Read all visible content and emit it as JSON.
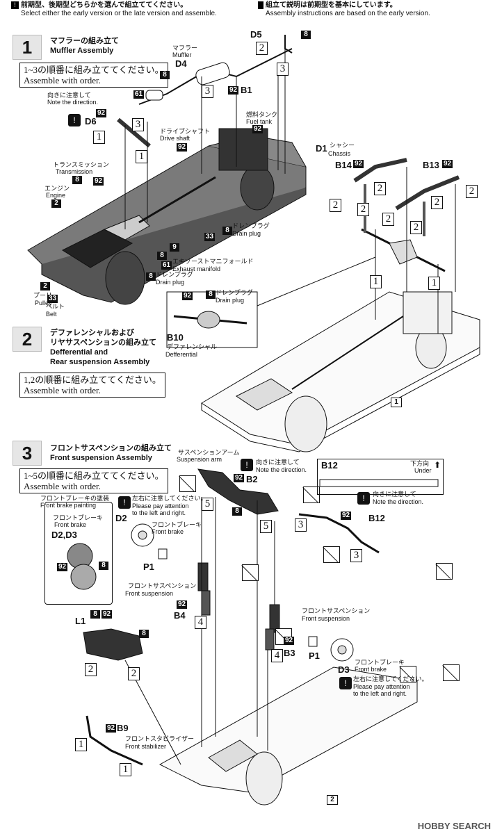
{
  "header": {
    "left_jp": "前期型、後期型どちらかを選んで組立ててください。",
    "left_en": "Select either the early version or the late version  and assemble.",
    "right_jp": "組立て説明は前期型を基本にしています。",
    "right_en": "Assembly instructions are based on the early version."
  },
  "step1": {
    "number": "1",
    "title_jp": "マフラーの組み立て",
    "title_en": "Muffler Assembly",
    "order_jp": "1~3の順番に組み立ててください。",
    "order_en": "Assemble with order.",
    "note_jp": "向きに注意して",
    "note_en": "Note the direction.",
    "labels": {
      "d5": "D5",
      "muffler_jp": "マフラー",
      "muffler_en": "Muffler",
      "d4": "D4",
      "b1": "B1",
      "fuel_jp": "燃料タンク",
      "fuel_en": "Fuel tank",
      "d6": "D6",
      "drive_jp": "ドライブシャフト",
      "drive_en": "Drive shaft",
      "d1": "D1",
      "chassis_jp": "シャシー",
      "chassis_en": "Chassis",
      "trans_jp": "トランスミッション",
      "trans_en": "Transmission",
      "engine_jp": "エンジン",
      "engine_en": "Engine",
      "drain_jp": "ドレンプラグ",
      "drain_en": "Drain plug",
      "exhaust_jp": "エキゾーストマニフォールド",
      "exhaust_en": "Exhaust manifold",
      "drain2_jp": "ドレンプラグ",
      "drain2_en": "Drain plug",
      "pulley_jp": "プーリー",
      "pulley_en": "Pulley",
      "belt_jp": "ベルト",
      "belt_en": "Belt",
      "b14": "B14",
      "b13": "B13"
    },
    "parts": [
      "8",
      "61",
      "92",
      "9",
      "33",
      "2"
    ]
  },
  "step2": {
    "number": "2",
    "title_jp": "デファレンシャルおよび",
    "title_jp2": "リヤサスペンションの組み立て",
    "title_en": "Defferential and",
    "title_en2": "Rear suspension Assembly",
    "order_jp": "1,2の順番に組み立ててください。",
    "order_en": "Assemble with order.",
    "labels": {
      "drain_jp": "ドレンプラグ",
      "drain_en": "Drain plug",
      "b10": "B10",
      "diff_jp": "デファレンシャル",
      "diff_en": "Defferential"
    },
    "callout": "1"
  },
  "step3": {
    "number": "3",
    "title_jp": "フロントサスペンションの組み立て",
    "title_en": "Front suspension Assembly",
    "order_jp": "1~5の順番に組み立ててください。",
    "order_en": "Assemble with order.",
    "labels": {
      "arm_jp": "サスペンションアーム",
      "arm_en": "Suspension arm",
      "note_jp": "向きに注意して",
      "note_en": "Note the direction.",
      "b2": "B2",
      "b12": "B12",
      "under_jp": "下方向",
      "under_en": "Under",
      "paint_jp": "フロントブレーキの塗装",
      "paint_en": "Front brake painting",
      "brake_jp": "フロントブレーキ",
      "brake_en": "Front brake",
      "d2d3": "D2,D3",
      "lr_jp": "左右に注意してください。",
      "lr_en1": "Please pay attention",
      "lr_en2": "to the left and right.",
      "d2": "D2",
      "p1": "P1",
      "fsusp_jp": "フロントサスペンション",
      "fsusp_en": "Front suspension",
      "b4": "B4",
      "b3": "B3",
      "d3": "D3",
      "l1": "L1",
      "b9": "B9",
      "stab_jp": "フロントスタビライザー",
      "stab_en": "Front stabilizer"
    },
    "callout": "2"
  },
  "watermark": "HOBBY SEARCH"
}
